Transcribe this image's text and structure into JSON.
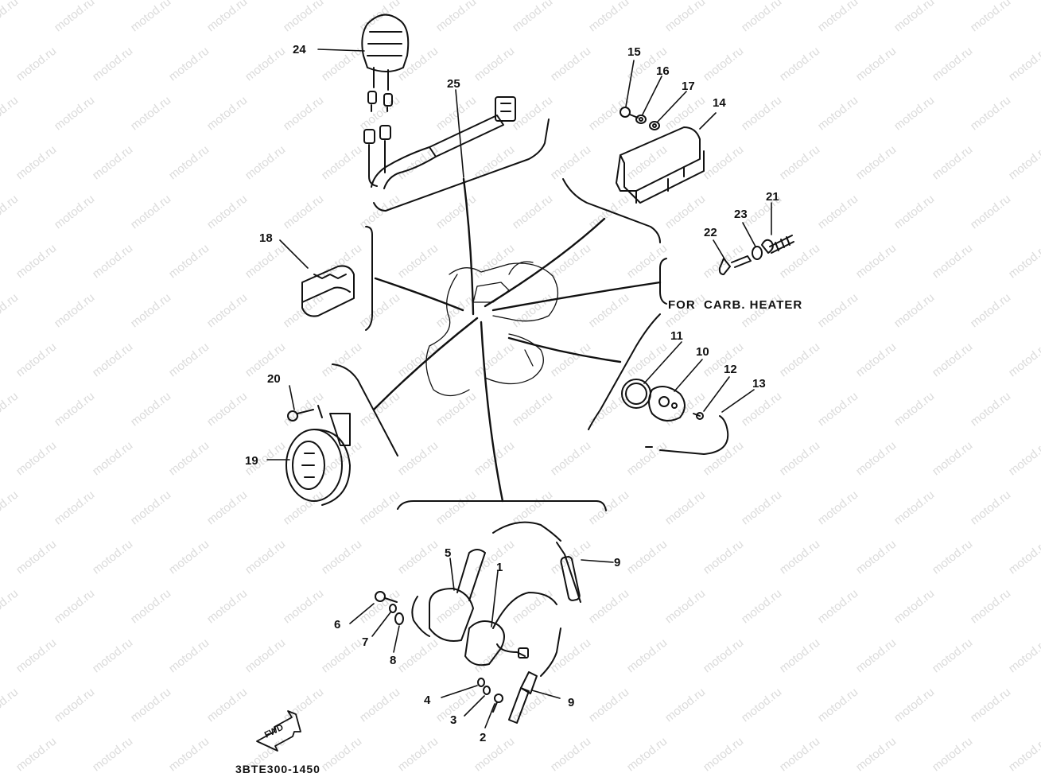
{
  "watermark": "motod.ru",
  "labels": {
    "p1": "1",
    "p2": "2",
    "p3": "3",
    "p4": "4",
    "p5": "5",
    "p6": "6",
    "p7": "7",
    "p8": "8",
    "p9a": "9",
    "p9b": "9",
    "p10": "10",
    "p11": "11",
    "p12": "12",
    "p13": "13",
    "p14": "14",
    "p15": "15",
    "p16": "16",
    "p17": "17",
    "p18": "18",
    "p19": "19",
    "p20": "20",
    "p21": "21",
    "p22": "22",
    "p23": "23",
    "p24": "24",
    "p25": "25"
  },
  "note": "FOR  CARB. HEATER",
  "fwd": "FWD",
  "diagram_code": "3BTE300-1450"
}
